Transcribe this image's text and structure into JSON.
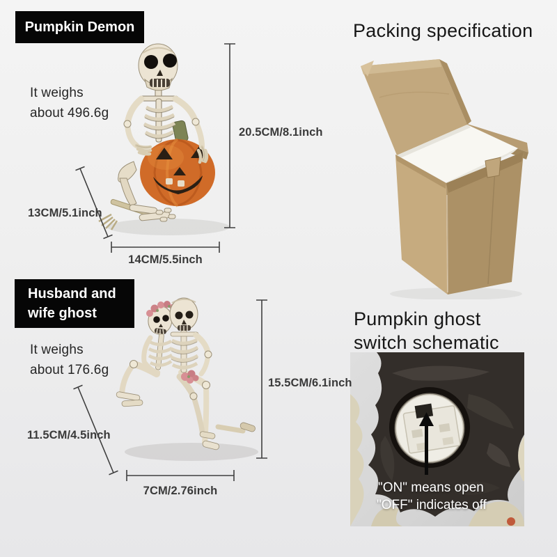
{
  "product1": {
    "label": "Pumpkin Demon",
    "weight_line1": "It weighs",
    "weight_line2": "about 496.6g",
    "height_dim": "20.5CM/8.1inch",
    "depth_dim": "13CM/5.1inch",
    "width_dim": "14CM/5.5inch"
  },
  "packing": {
    "title": "Packing specification"
  },
  "product2": {
    "label_line1": "Husband and",
    "label_line2": "wife ghost",
    "weight_line1": "It weighs",
    "weight_line2": "about 176.6g",
    "height_dim": "15.5CM/6.1inch",
    "depth_dim": "11.5CM/4.5inch",
    "width_dim": "7CM/2.76inch"
  },
  "switch_section": {
    "title_line1": "Pumpkin ghost",
    "title_line2": "switch schematic",
    "note_line1": "\"ON\" means open",
    "note_line2": "\"OFF\" indicates off"
  },
  "colors": {
    "label_bg": "#060606",
    "label_text": "#ffffff",
    "dimension_text": "#3a3a3a",
    "carton_kraft": "#c4a97e",
    "pumpkin_orange": "#d06b28",
    "bone": "#e9e1cf",
    "photo_note_text": "#ffffff",
    "measure_line": "#3f3f3f"
  }
}
